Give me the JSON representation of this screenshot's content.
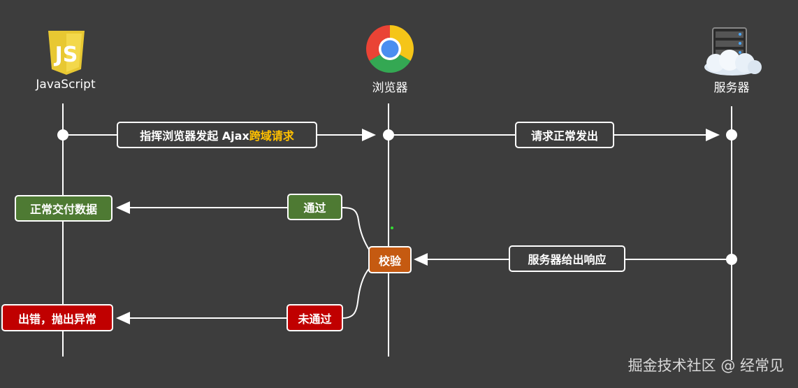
{
  "actors": {
    "javascript": "JavaScript",
    "browser": "浏览器",
    "server": "服务器"
  },
  "messages": {
    "request_prefix": "指挥浏览器发起 Ajax ",
    "request_highlight": "跨域请求",
    "forward": "请求正常发出",
    "response": "服务器给出响应",
    "check": "校验",
    "pass": "通过",
    "fail": "未通过",
    "deliver": "正常交付数据",
    "error": "出错，抛出异常"
  },
  "watermark": "掘金技术社区 @ 经常见",
  "icons": {
    "javascript": "js-logo-icon",
    "browser": "chrome-logo-icon",
    "server": "server-cloud-icon"
  },
  "colors": {
    "background": "#3d3d3d",
    "pass": "#4e7a33",
    "fail": "#c00000",
    "check": "#c55a11",
    "highlight": "#ffc000"
  }
}
